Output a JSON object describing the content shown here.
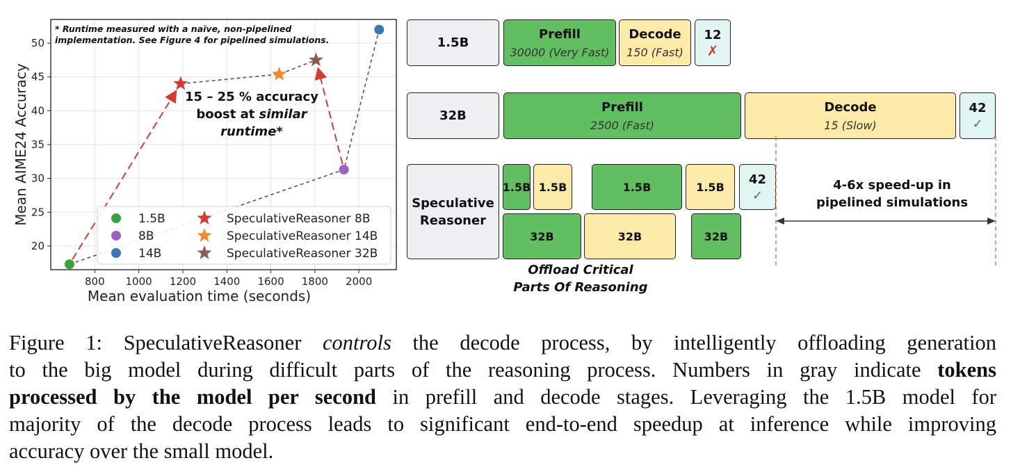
{
  "chart_data": {
    "type": "scatter",
    "xlabel": "Mean evaluation time (seconds)",
    "ylabel": "Mean AIME24 Accuracy",
    "xlim": [
      600,
      2170
    ],
    "ylim": [
      16.5,
      53.5
    ],
    "xticks": [
      800,
      1000,
      1200,
      1400,
      1600,
      1800,
      2000
    ],
    "yticks": [
      20,
      25,
      30,
      35,
      40,
      45,
      50
    ],
    "grid": true,
    "legend_position": "lower-right",
    "note": [
      "* Runtime measured with a naïve, non-pipelined",
      "implementation. See Figure 4 for pipelined simulations."
    ],
    "annotation": [
      "15 – 25 % accuracy",
      "boost at similar",
      "runtime*"
    ],
    "annotation_italic": "similar",
    "series": [
      {
        "name": "1.5B",
        "marker": "circle",
        "color": "#3aa23a",
        "x": [
          685
        ],
        "y": [
          17.3
        ]
      },
      {
        "name": "8B",
        "marker": "circle",
        "color": "#9a62c4",
        "x": [
          1932
        ],
        "y": [
          31.3
        ]
      },
      {
        "name": "14B",
        "marker": "circle",
        "color": "#3a76b8",
        "x": [
          2092
        ],
        "y": [
          52.0
        ]
      },
      {
        "name": "SpeculativeReasoner 8B",
        "marker": "star",
        "color": "#d23a32",
        "x": [
          1190
        ],
        "y": [
          44.0
        ]
      },
      {
        "name": "SpeculativeReasoner 14B",
        "marker": "star",
        "color": "#f0892c",
        "x": [
          1638
        ],
        "y": [
          45.4
        ]
      },
      {
        "name": "SpeculativeReasoner 32B",
        "marker": "star",
        "color": "#8c5e52",
        "x": [
          1805
        ],
        "y": [
          47.5
        ]
      }
    ],
    "gray_dashed_path": [
      [
        685,
        17.3
      ],
      [
        1932,
        31.3
      ],
      [
        2092,
        52.0
      ]
    ],
    "gray_dashed_path2": [
      [
        1190,
        44.0
      ],
      [
        1638,
        45.4
      ],
      [
        1805,
        47.5
      ]
    ],
    "red_arrows": [
      [
        [
          685,
          17.3
        ],
        [
          1190,
          44.0
        ]
      ],
      [
        [
          1932,
          31.3
        ],
        [
          1805,
          47.5
        ]
      ]
    ]
  },
  "diagram": {
    "row_1p5b": {
      "label": "1.5B",
      "prefill": "Prefill",
      "prefill_rate": "30000 (Very Fast)",
      "decode": "Decode",
      "decode_rate": "150 (Fast)",
      "score": "12",
      "mark": "✗"
    },
    "row_32b": {
      "label": "32B",
      "prefill": "Prefill",
      "prefill_rate": "2500 (Fast)",
      "decode": "Decode",
      "decode_rate": "15 (Slow)",
      "score": "42",
      "mark": "✓"
    },
    "row_spec": {
      "label_1": "Speculative",
      "label_2": "Reasoner",
      "top": [
        "1.5B",
        "1.5B",
        "1.5B",
        "1.5B"
      ],
      "bottom": [
        "32B",
        "32B",
        "32B"
      ],
      "score": "42",
      "mark": "✓"
    },
    "speedup_1": "4-6x speed-up in",
    "speedup_2": "pipelined simulations",
    "offload_1": "Offload Critical",
    "offload_2": "Parts Of Reasoning"
  },
  "caption": {
    "l1_a": "Figure 1: SpeculativeReasoner ",
    "l1_b": "controls",
    "l1_c": " the decode process, by intelligently offloading generation",
    "l2_a": "to the big model during difficult parts of the reasoning process. Numbers in gray indicate ",
    "l2_b": "tokens",
    "l3_a": "processed by the model per second",
    "l3_b": " in prefill and decode stages. Leveraging the 1.5B model for",
    "l4": "majority of the decode process leads to significant end-to-end speedup at inference while improving",
    "l5": "accuracy over the small model."
  }
}
